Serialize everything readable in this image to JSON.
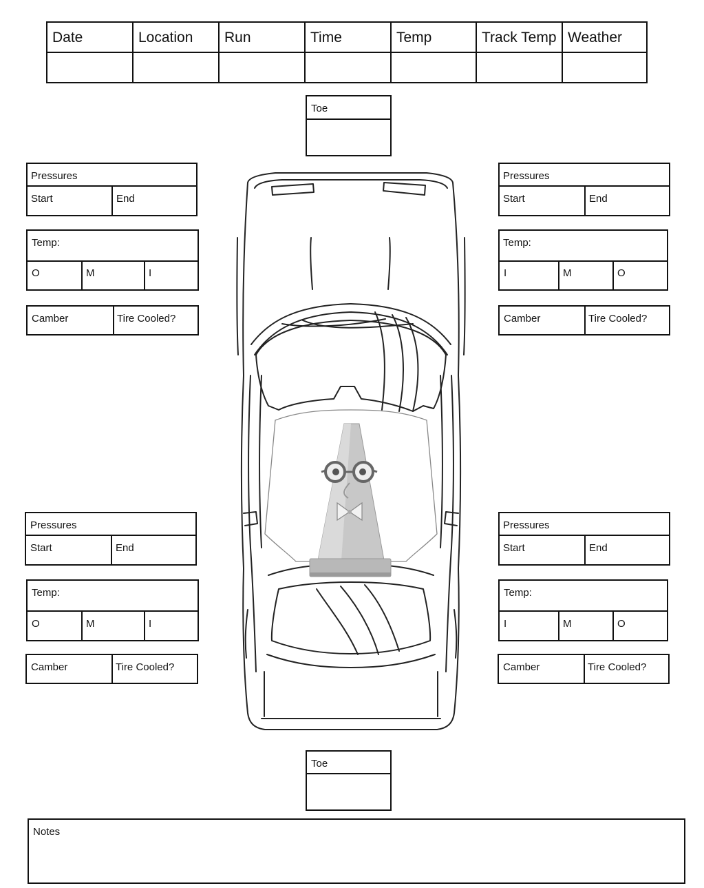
{
  "header": {
    "columns": [
      "Date",
      "Location",
      "Run",
      "Time",
      "Temp",
      "Track Temp",
      "Weather"
    ]
  },
  "toe_front": {
    "label": "Toe"
  },
  "toe_rear": {
    "label": "Toe"
  },
  "corners": {
    "front_left": {
      "pressures": "Pressures",
      "start": "Start",
      "end": "End",
      "temp": "Temp:",
      "zones": [
        "O",
        "M",
        "I"
      ],
      "camber": "Camber",
      "tire_cooled": "Tire Cooled?"
    },
    "front_right": {
      "pressures": "Pressures",
      "start": "Start",
      "end": "End",
      "temp": "Temp:",
      "zones": [
        "I",
        "M",
        "O"
      ],
      "camber": "Camber",
      "tire_cooled": "Tire Cooled?"
    },
    "rear_left": {
      "pressures": "Pressures",
      "start": "Start",
      "end": "End",
      "temp": "Temp:",
      "zones": [
        "O",
        "M",
        "I"
      ],
      "camber": "Camber",
      "tire_cooled": "Tire Cooled?"
    },
    "rear_right": {
      "pressures": "Pressures",
      "start": "Start",
      "end": "End",
      "temp": "Temp:",
      "zones": [
        "I",
        "M",
        "O"
      ],
      "camber": "Camber",
      "tire_cooled": "Tire Cooled?"
    }
  },
  "notes": {
    "label": "Notes"
  }
}
